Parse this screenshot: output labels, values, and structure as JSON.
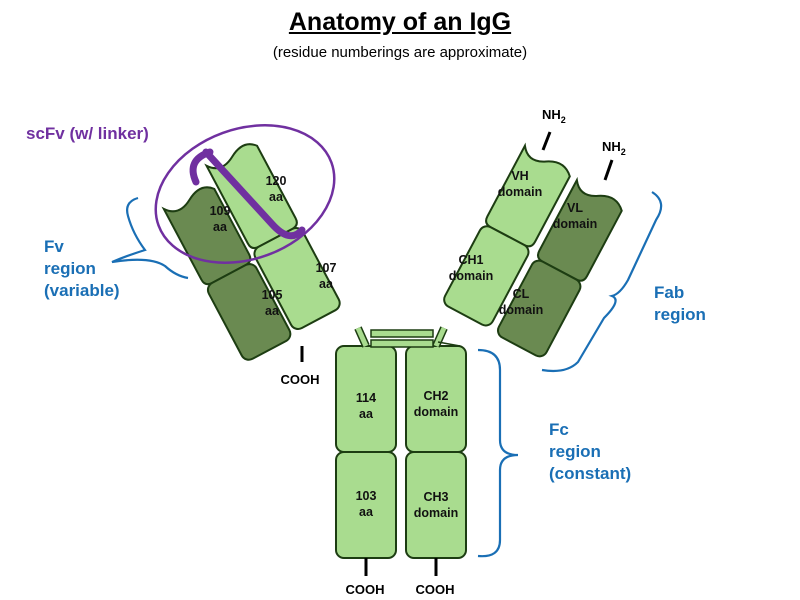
{
  "title": "Anatomy of an IgG",
  "subtitle": "(residue numberings are approximate)",
  "domains": {
    "left_vh": [
      "120",
      "aa"
    ],
    "left_vl": [
      "109",
      "aa"
    ],
    "left_ch1": [
      "107",
      "aa"
    ],
    "left_cl": [
      "105",
      "aa"
    ],
    "fc_left_ch2": [
      "114",
      "aa"
    ],
    "fc_left_ch3": [
      "103",
      "aa"
    ],
    "right_vh": [
      "VH",
      "domain"
    ],
    "right_vl": [
      "VL",
      "domain"
    ],
    "right_ch1": [
      "CH1",
      "domain"
    ],
    "right_cl": [
      "CL",
      "domain"
    ],
    "fc_right_ch2": [
      "CH2",
      "domain"
    ],
    "fc_right_ch3": [
      "CH3",
      "domain"
    ]
  },
  "termini": {
    "nh2": "NH",
    "nh2_sub": "2",
    "cooh": "COOH"
  },
  "regions": {
    "scfv": "scFv (w/ linker)",
    "fv": [
      "Fv",
      "region",
      "(variable)"
    ],
    "fab": [
      "Fab",
      "region"
    ],
    "fc": [
      "Fc",
      "region",
      "(constant)"
    ]
  },
  "colors": {
    "light_domain": "#a9dc8f",
    "dark_domain": "#6a8a51",
    "outline": "#1d3d12",
    "region_label": "#1a6fb5",
    "scfv": "#7030a0"
  }
}
